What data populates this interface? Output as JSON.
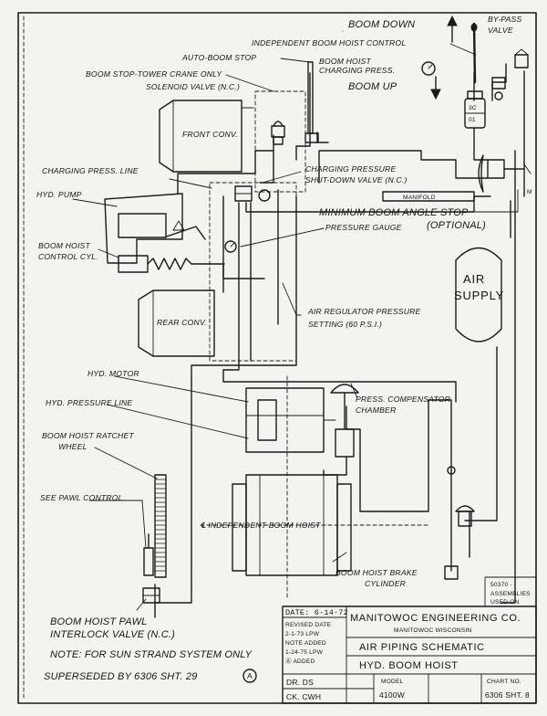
{
  "labels": {
    "boom_down": "BOOM DOWN",
    "by_pass_valve_1": "BY-PASS",
    "by_pass_valve_2": "VALVE",
    "independent_control": "INDEPENDENT BOOM HOIST CONTROL",
    "auto_boom_stop": "AUTO-BOOM STOP",
    "boom_hoist_charging_1": "BOOM HOIST",
    "boom_hoist_charging_2": "CHARGING PRESS.",
    "boom_stop_tower": "BOOM STOP-TOWER CRANE ONLY",
    "solenoid_valve": "SOLENOID VALVE (N.C.)",
    "boom_up": "BOOM UP",
    "valve_tag_1": "3C",
    "valve_tag_2": "01",
    "front_conv": "FRONT CONV.",
    "charging_press_line": "CHARGING PRESS. LINE",
    "charging_pressure_1": "CHARGING PRESSURE",
    "charging_pressure_2": "SHUT-DOWN VALVE (N.C.)",
    "hyd_pump": "HYD. PUMP",
    "manifold": "MANIFOLD",
    "min_boom_angle": "MINIMUM BOOM ANGLE STOP",
    "optional": "(OPTIONAL)",
    "pressure_gauge": "PRESSURE GAUGE",
    "boom_hoist_control_1": "BOOM HOIST",
    "boom_hoist_control_2": "CONTROL CYL.",
    "air_supply_1": "AIR",
    "air_supply_2": "SUPPLY",
    "air_regulator_1": "AIR REGULATOR PRESSURE",
    "air_regulator_2": "SETTING (60 P.S.I.)",
    "rear_conv": "REAR CONV.",
    "hyd_motor": "HYD. MOTOR",
    "hyd_pressure_line": "HYD. PRESSURE LINE",
    "press_comp_1": "PRESS. COMPENSATOR",
    "press_comp_2": "CHAMBER",
    "ratchet_1": "BOOM HOIST RATCHET",
    "ratchet_2": "WHEEL",
    "see_pawl": "SEE PAWL CONTROL",
    "independent_boom_hoist": "℄ INDEPENDENT BOOM HOIST",
    "brake_cyl_1": "BOOM HOIST BRAKE",
    "brake_cyl_2": "CYLINDER",
    "assemblies_1": "50370 -",
    "assemblies_2": "ASSEMBLIES",
    "assemblies_3": "USED ON",
    "pawl_valve_1": "BOOM HOIST PAWL",
    "pawl_valve_2": "INTERLOCK VALVE (N.C.)",
    "note": "NOTE: FOR SUN STRAND SYSTEM ONLY",
    "superseded": "SUPERSEDED BY 6306 SHT. 29",
    "superseded_circle": "A",
    "m_mark": "M"
  },
  "title_block": {
    "date": "DATE: 6-14-72",
    "revised_date": "REVISED DATE",
    "rev_1": "2-1-73 LPW",
    "rev_2": "NOTE ADDED",
    "rev_3": "1-24-75 LPW",
    "rev_4": "Ⓐ ADDED",
    "company": "MANITOWOC ENGINEERING CO.",
    "city": "MANITOWOC WISCONSIN",
    "title_1": "AIR PIPING SCHEMATIC",
    "title_2": "HYD. BOOM HOIST",
    "dr": "DR. DS",
    "ck": "CK. CWH",
    "model_label": "MODEL",
    "model_value": "4100W",
    "chart_label": "CHART NO.",
    "chart_value": "6306 SHT. 8"
  }
}
